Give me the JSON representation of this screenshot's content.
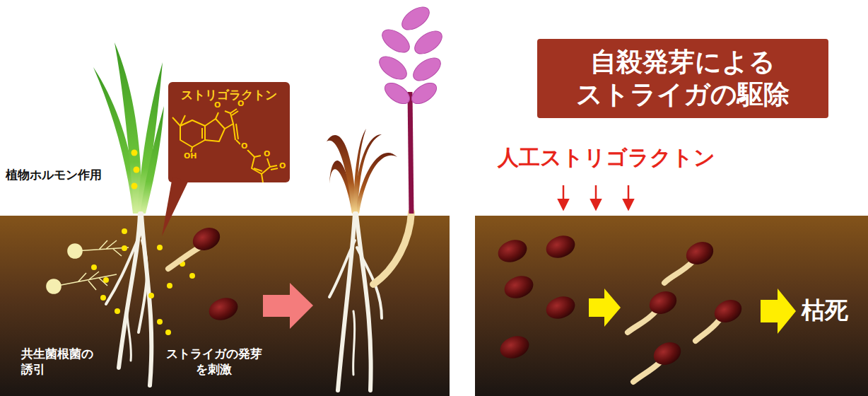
{
  "diagram": {
    "nodes": [
      {
        "text": [
          "ストリゴラクトン"
        ]
      },
      {
        "text": [
          "自殺発芽による ストライガの駆除"
        ]
      }
    ],
    "labels": [
      "植物ホルモン作用",
      "共生菌根菌の 誘引",
      "ストライガの発芽 を刺激",
      "人工ストリゴラクトン",
      "枯死",
      "O",
      "O",
      "O",
      "O",
      "O",
      "OH"
    ]
  }
}
